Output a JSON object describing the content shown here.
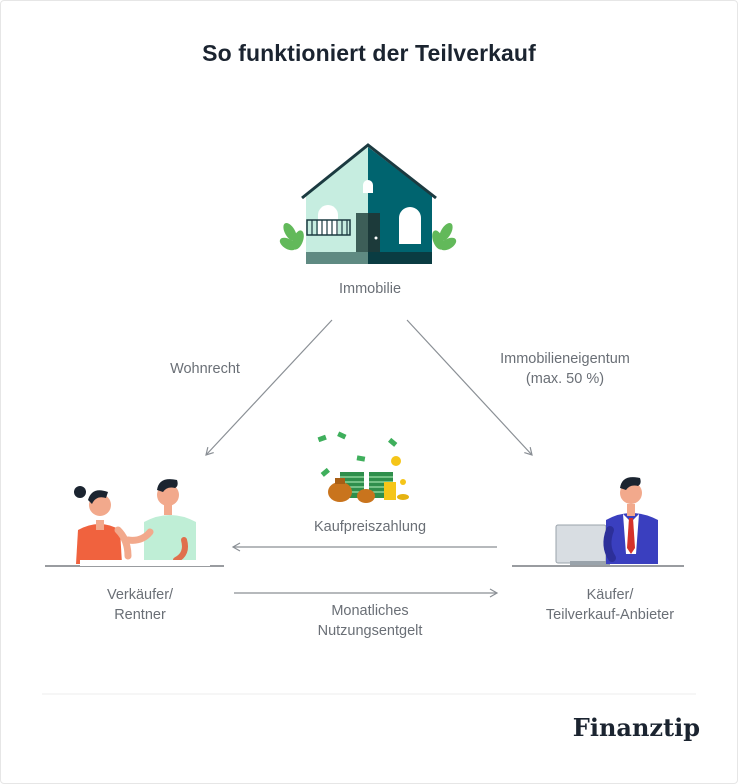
{
  "title": "So funktioniert der Teilverkauf",
  "labels": {
    "immobilie": "Immobilie",
    "wohnrecht": "Wohnrecht",
    "eigentum": "Immobilieneigentum\n(max. 50 %)",
    "kaufpreis": "Kaufpreiszahlung",
    "verkaeufer": "Verkäufer/\nRentner",
    "kaeufer": "Käufer/\nTeilverkauf-Anbieter",
    "nutzung": "Monatliches\nNutzungsentgelt"
  },
  "logo": "Finanztip",
  "icons": [
    "house-icon",
    "money-icon",
    "couple-icon",
    "buyer-icon"
  ],
  "colors": {
    "title": "#1b2430",
    "label": "#6a6f76",
    "arrow": "#8a8f95",
    "house_light": "#c6ede0",
    "house_dark": "#00646f",
    "leaf": "#62b95a",
    "woman_shirt": "#f0623e",
    "man_shirt": "#bfeed6",
    "buyer_suit": "#3a3fbf"
  }
}
